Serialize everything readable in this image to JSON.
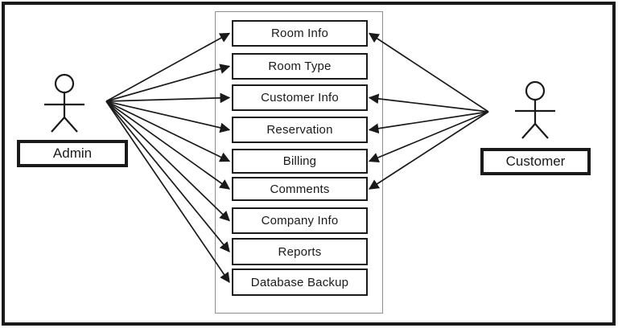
{
  "diagram": {
    "type": "use-case-diagram",
    "actors": [
      {
        "id": "admin",
        "label": "Admin"
      },
      {
        "id": "customer",
        "label": "Customer"
      }
    ],
    "use_cases": [
      "Room Info",
      "Room Type",
      "Customer Info",
      "Reservation",
      "Billing",
      "Comments",
      "Company Info",
      "Reports",
      "Database Backup"
    ],
    "edges": [
      {
        "from": "admin",
        "to": "Room Info"
      },
      {
        "from": "admin",
        "to": "Room Type"
      },
      {
        "from": "admin",
        "to": "Customer Info"
      },
      {
        "from": "admin",
        "to": "Reservation"
      },
      {
        "from": "admin",
        "to": "Billing"
      },
      {
        "from": "admin",
        "to": "Comments"
      },
      {
        "from": "admin",
        "to": "Company Info"
      },
      {
        "from": "admin",
        "to": "Reports"
      },
      {
        "from": "admin",
        "to": "Database Backup"
      },
      {
        "from": "customer",
        "to": "Room Info"
      },
      {
        "from": "customer",
        "to": "Customer Info"
      },
      {
        "from": "customer",
        "to": "Reservation"
      },
      {
        "from": "customer",
        "to": "Billing"
      },
      {
        "from": "customer",
        "to": "Comments"
      }
    ],
    "colors": {
      "ink": "#1a1a1a",
      "boundary_line": "#8f8f8f",
      "background": "#ffffff"
    }
  }
}
